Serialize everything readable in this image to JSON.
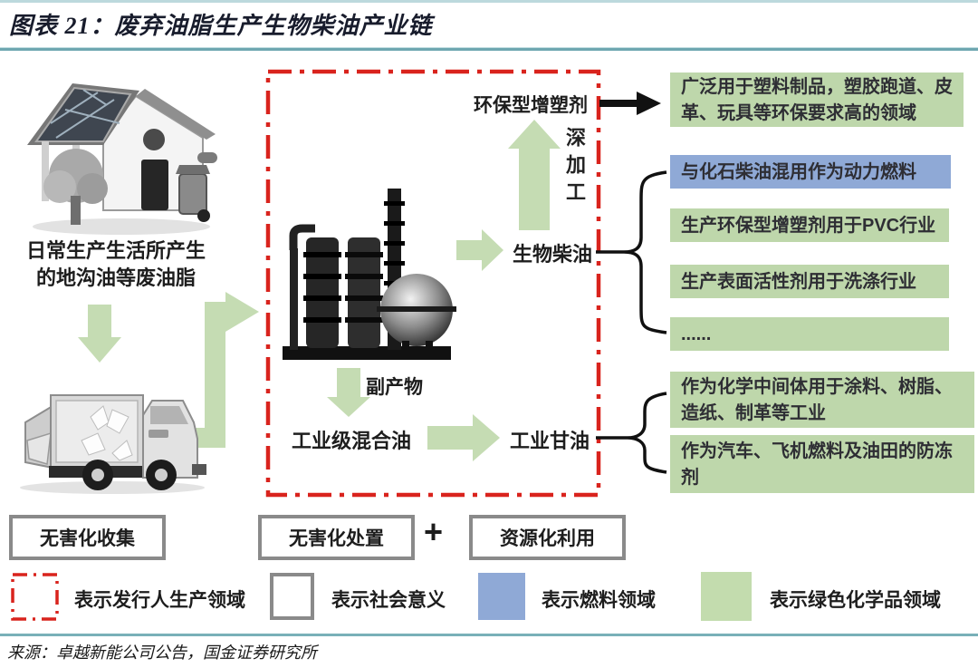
{
  "title": "图表 21：废弃油脂生产生物柴油产业链",
  "source": "来源：卓越新能公司公告，国金证券研究所",
  "colors": {
    "arrow_green": "#c5dcb3",
    "box_green": "#bed7ab",
    "box_blue": "#8fa9d6",
    "dashed_red": "#d9231d",
    "teal_rule": "#6ea7b0"
  },
  "left_flow": {
    "waste_line1": "日常生产生活所产生",
    "waste_line2": "的地沟油等废油脂"
  },
  "process": {
    "plasticizer_label": "环保型增塑剂",
    "deep_processing_label": "深加工",
    "biodiesel_label": "生物柴油",
    "byproduct_label": "副产物",
    "mixed_oil_label": "工业级混合油",
    "glycerin_label": "工业甘油"
  },
  "right_boxes": [
    {
      "type": "green",
      "text": "广泛用于塑料制品，塑胶跑道、皮革、玩具等环保要求高的领域"
    },
    {
      "type": "blue",
      "text": "与化石柴油混用作为动力燃料"
    },
    {
      "type": "green",
      "text": "生产环保型增塑剂用于PVC行业"
    },
    {
      "type": "green",
      "text": "生产表面活性剂用于洗涤行业"
    },
    {
      "type": "green",
      "text": "......"
    },
    {
      "type": "green",
      "text": "作为化学中间体用于涂料、树脂、造纸、制革等工业"
    },
    {
      "type": "green",
      "text": "作为汽车、飞机燃料及油田的防冻剂"
    }
  ],
  "bottom_boxes": {
    "collect": "无害化收集",
    "dispose": "无害化处置",
    "plus": "+",
    "recycle": "资源化利用"
  },
  "legend": [
    {
      "swatch": "red-dashed",
      "label": "表示发行人生产领域"
    },
    {
      "swatch": "white",
      "label": "表示社会意义"
    },
    {
      "swatch": "blue",
      "label": "表示燃料领域"
    },
    {
      "swatch": "green",
      "label": "表示绿色化学品领域"
    }
  ],
  "icons": [
    "house-icon",
    "garbage-truck-icon",
    "refinery-icon"
  ]
}
